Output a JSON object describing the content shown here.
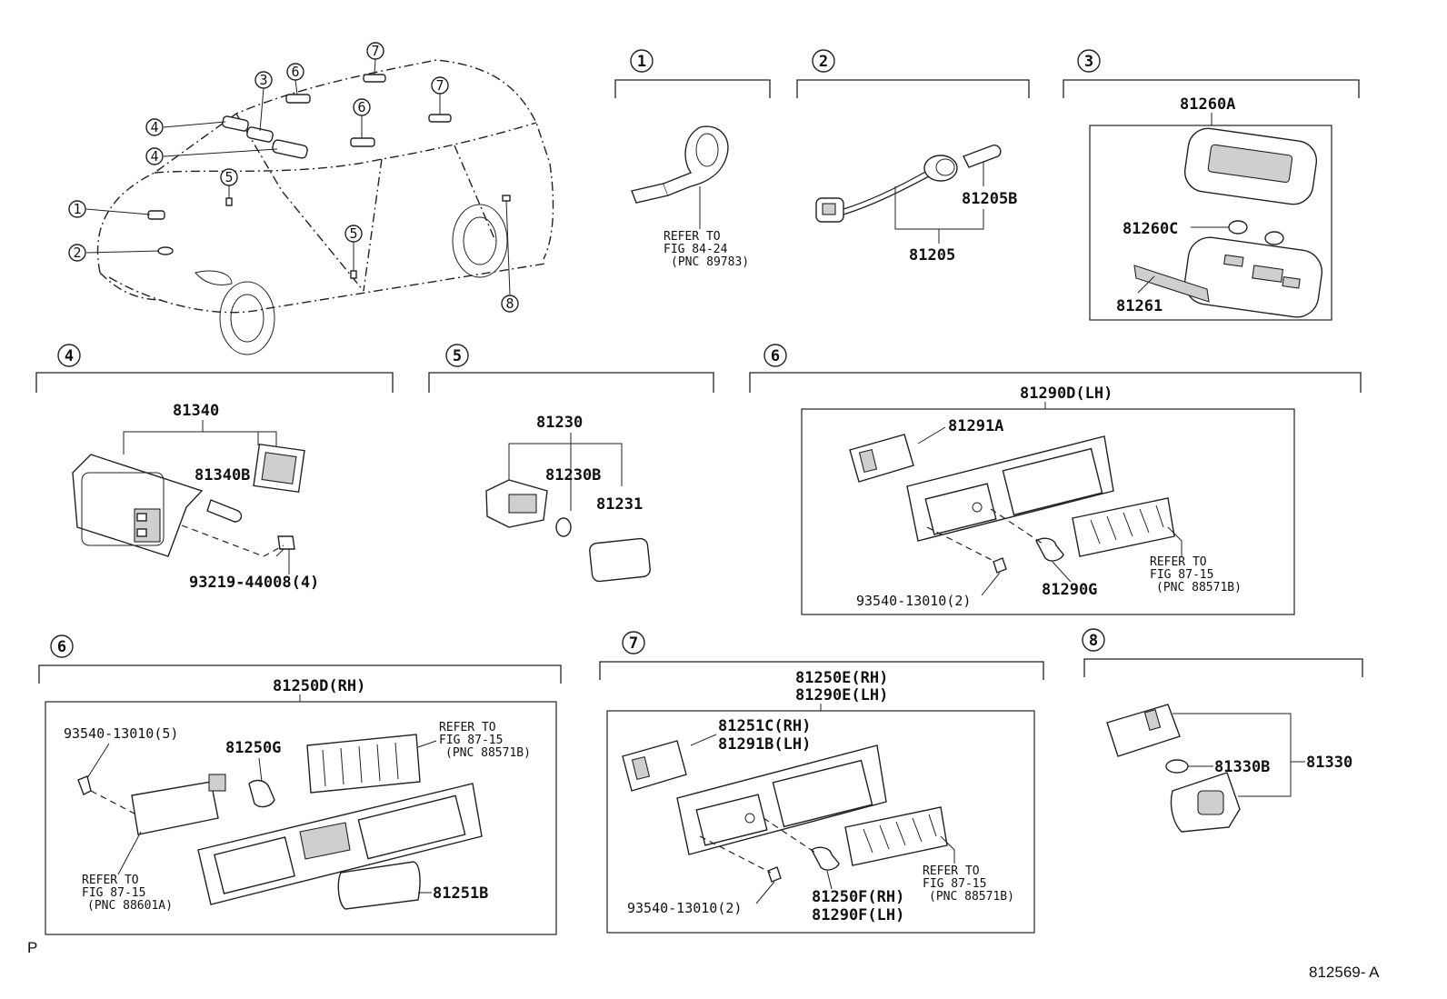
{
  "overview": {
    "callouts": [
      "1",
      "2",
      "3",
      "4",
      "4",
      "5",
      "5",
      "6",
      "6",
      "7",
      "7",
      "8"
    ]
  },
  "sections": {
    "s1": {
      "num": "1",
      "ref": [
        "REFER TO",
        "FIG 84-24",
        "(PNC 89783)"
      ]
    },
    "s2": {
      "num": "2",
      "labels": {
        "bulb": "81205B",
        "assy": "81205"
      }
    },
    "s3": {
      "num": "3",
      "labels": {
        "assy": "81260A",
        "bulb": "81260C",
        "lens": "81261"
      }
    },
    "s4": {
      "num": "4",
      "labels": {
        "assy": "81340",
        "bulb": "81340B",
        "screw": "93219-44008(4)"
      }
    },
    "s5": {
      "num": "5",
      "labels": {
        "assy": "81230",
        "bulb": "81230B",
        "lens": "81231"
      }
    },
    "s6a": {
      "num": "6",
      "labels": {
        "assy": "81290D(LH)",
        "cover": "81291A",
        "screw": "93540-13010(2)",
        "bulb": "81290G"
      },
      "ref": [
        "REFER TO",
        "FIG 87-15",
        "(PNC 88571B)"
      ]
    },
    "s6b": {
      "num": "6",
      "labels": {
        "assy": "81250D(RH)",
        "screw": "93540-13010(5)",
        "bulb": "81250G",
        "lens": "81251B"
      },
      "ref1": [
        "REFER TO",
        "FIG 87-15",
        "(PNC 88571B)"
      ],
      "ref2": [
        "REFER TO",
        "FIG 87-15",
        "(PNC 88601A)"
      ]
    },
    "s7": {
      "num": "7",
      "labels": {
        "assy_rh": "81250E(RH)",
        "assy_lh": "81290E(LH)",
        "cover_rh": "81251C(RH)",
        "cover_lh": "81291B(LH)",
        "screw": "93540-13010(2)",
        "bulb_rh": "81250F(RH)",
        "bulb_lh": "81290F(LH)"
      },
      "ref": [
        "REFER TO",
        "FIG 87-15",
        "(PNC 88571B)"
      ]
    },
    "s8": {
      "num": "8",
      "labels": {
        "bulb": "81330B",
        "assy": "81330"
      }
    }
  },
  "footer": {
    "left": "P",
    "right": "812569- A"
  }
}
